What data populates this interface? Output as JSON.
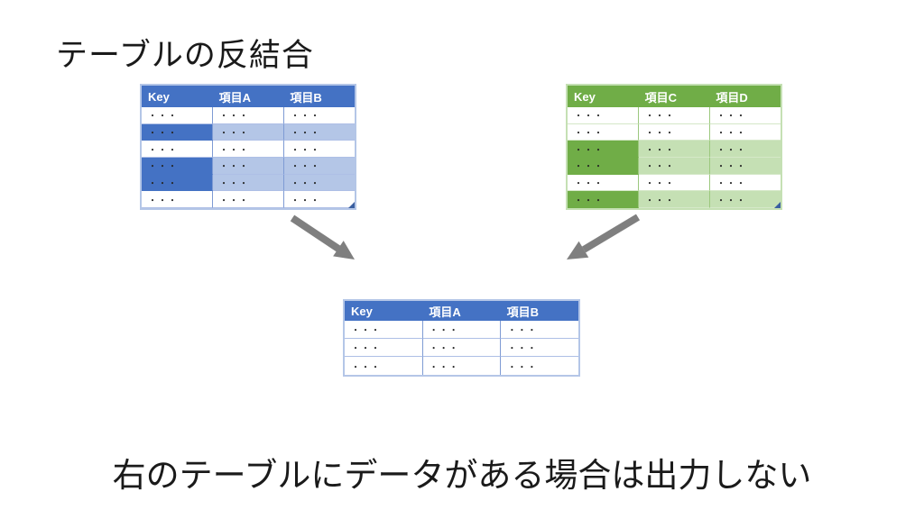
{
  "title": "テーブルの反結合",
  "caption": "右のテーブルにデータがある場合は出力しない",
  "colors": {
    "blue_header": "#4472C4",
    "blue_light_cell": "#B4C6E7",
    "blue_border_outer": "#B4C6E7",
    "blue_border_vertical": "#7E9BD4",
    "blue_border_horizontal": "#AEBFE6",
    "green_header": "#70AD47",
    "green_light_cell": "#C5E0B4",
    "green_border_outer": "#C5E0B4",
    "green_border_vertical": "#9CC87E",
    "green_border_horizontal": "#D5E8C8",
    "arrow": "#7F7F7F",
    "cell_text": "#262626",
    "header_text": "#FFFFFF",
    "title_text": "#1A1A1A",
    "resize_handle": "#3A5FA0"
  },
  "tables": {
    "left_source": {
      "theme": "blue",
      "columns": [
        "Key",
        "項目A",
        "項目B"
      ],
      "rows": [
        {
          "highlighted": false,
          "cells": [
            "・・・",
            "・・・",
            "・・・"
          ]
        },
        {
          "highlighted": true,
          "cells": [
            "・・・",
            "・・・",
            "・・・"
          ]
        },
        {
          "highlighted": false,
          "cells": [
            "・・・",
            "・・・",
            "・・・"
          ]
        },
        {
          "highlighted": true,
          "cells": [
            "・・・",
            "・・・",
            "・・・"
          ]
        },
        {
          "highlighted": true,
          "cells": [
            "・・・",
            "・・・",
            "・・・"
          ]
        },
        {
          "highlighted": false,
          "cells": [
            "・・・",
            "・・・",
            "・・・"
          ]
        }
      ],
      "has_resize_handle": true
    },
    "right_source": {
      "theme": "green",
      "columns": [
        "Key",
        "項目C",
        "項目D"
      ],
      "rows": [
        {
          "highlighted": false,
          "cells": [
            "・・・",
            "・・・",
            "・・・"
          ]
        },
        {
          "highlighted": false,
          "cells": [
            "・・・",
            "・・・",
            "・・・"
          ]
        },
        {
          "highlighted": true,
          "cells": [
            "・・・",
            "・・・",
            "・・・"
          ]
        },
        {
          "highlighted": true,
          "cells": [
            "・・・",
            "・・・",
            "・・・"
          ]
        },
        {
          "highlighted": false,
          "cells": [
            "・・・",
            "・・・",
            "・・・"
          ]
        },
        {
          "highlighted": true,
          "cells": [
            "・・・",
            "・・・",
            "・・・"
          ]
        }
      ],
      "has_resize_handle": true
    },
    "result": {
      "theme": "blue",
      "columns": [
        "Key",
        "項目A",
        "項目B"
      ],
      "rows": [
        {
          "highlighted": false,
          "cells": [
            "・・・",
            "・・・",
            "・・・"
          ]
        },
        {
          "highlighted": false,
          "cells": [
            "・・・",
            "・・・",
            "・・・"
          ]
        },
        {
          "highlighted": false,
          "cells": [
            "・・・",
            "・・・",
            "・・・"
          ]
        }
      ],
      "has_resize_handle": false
    }
  }
}
